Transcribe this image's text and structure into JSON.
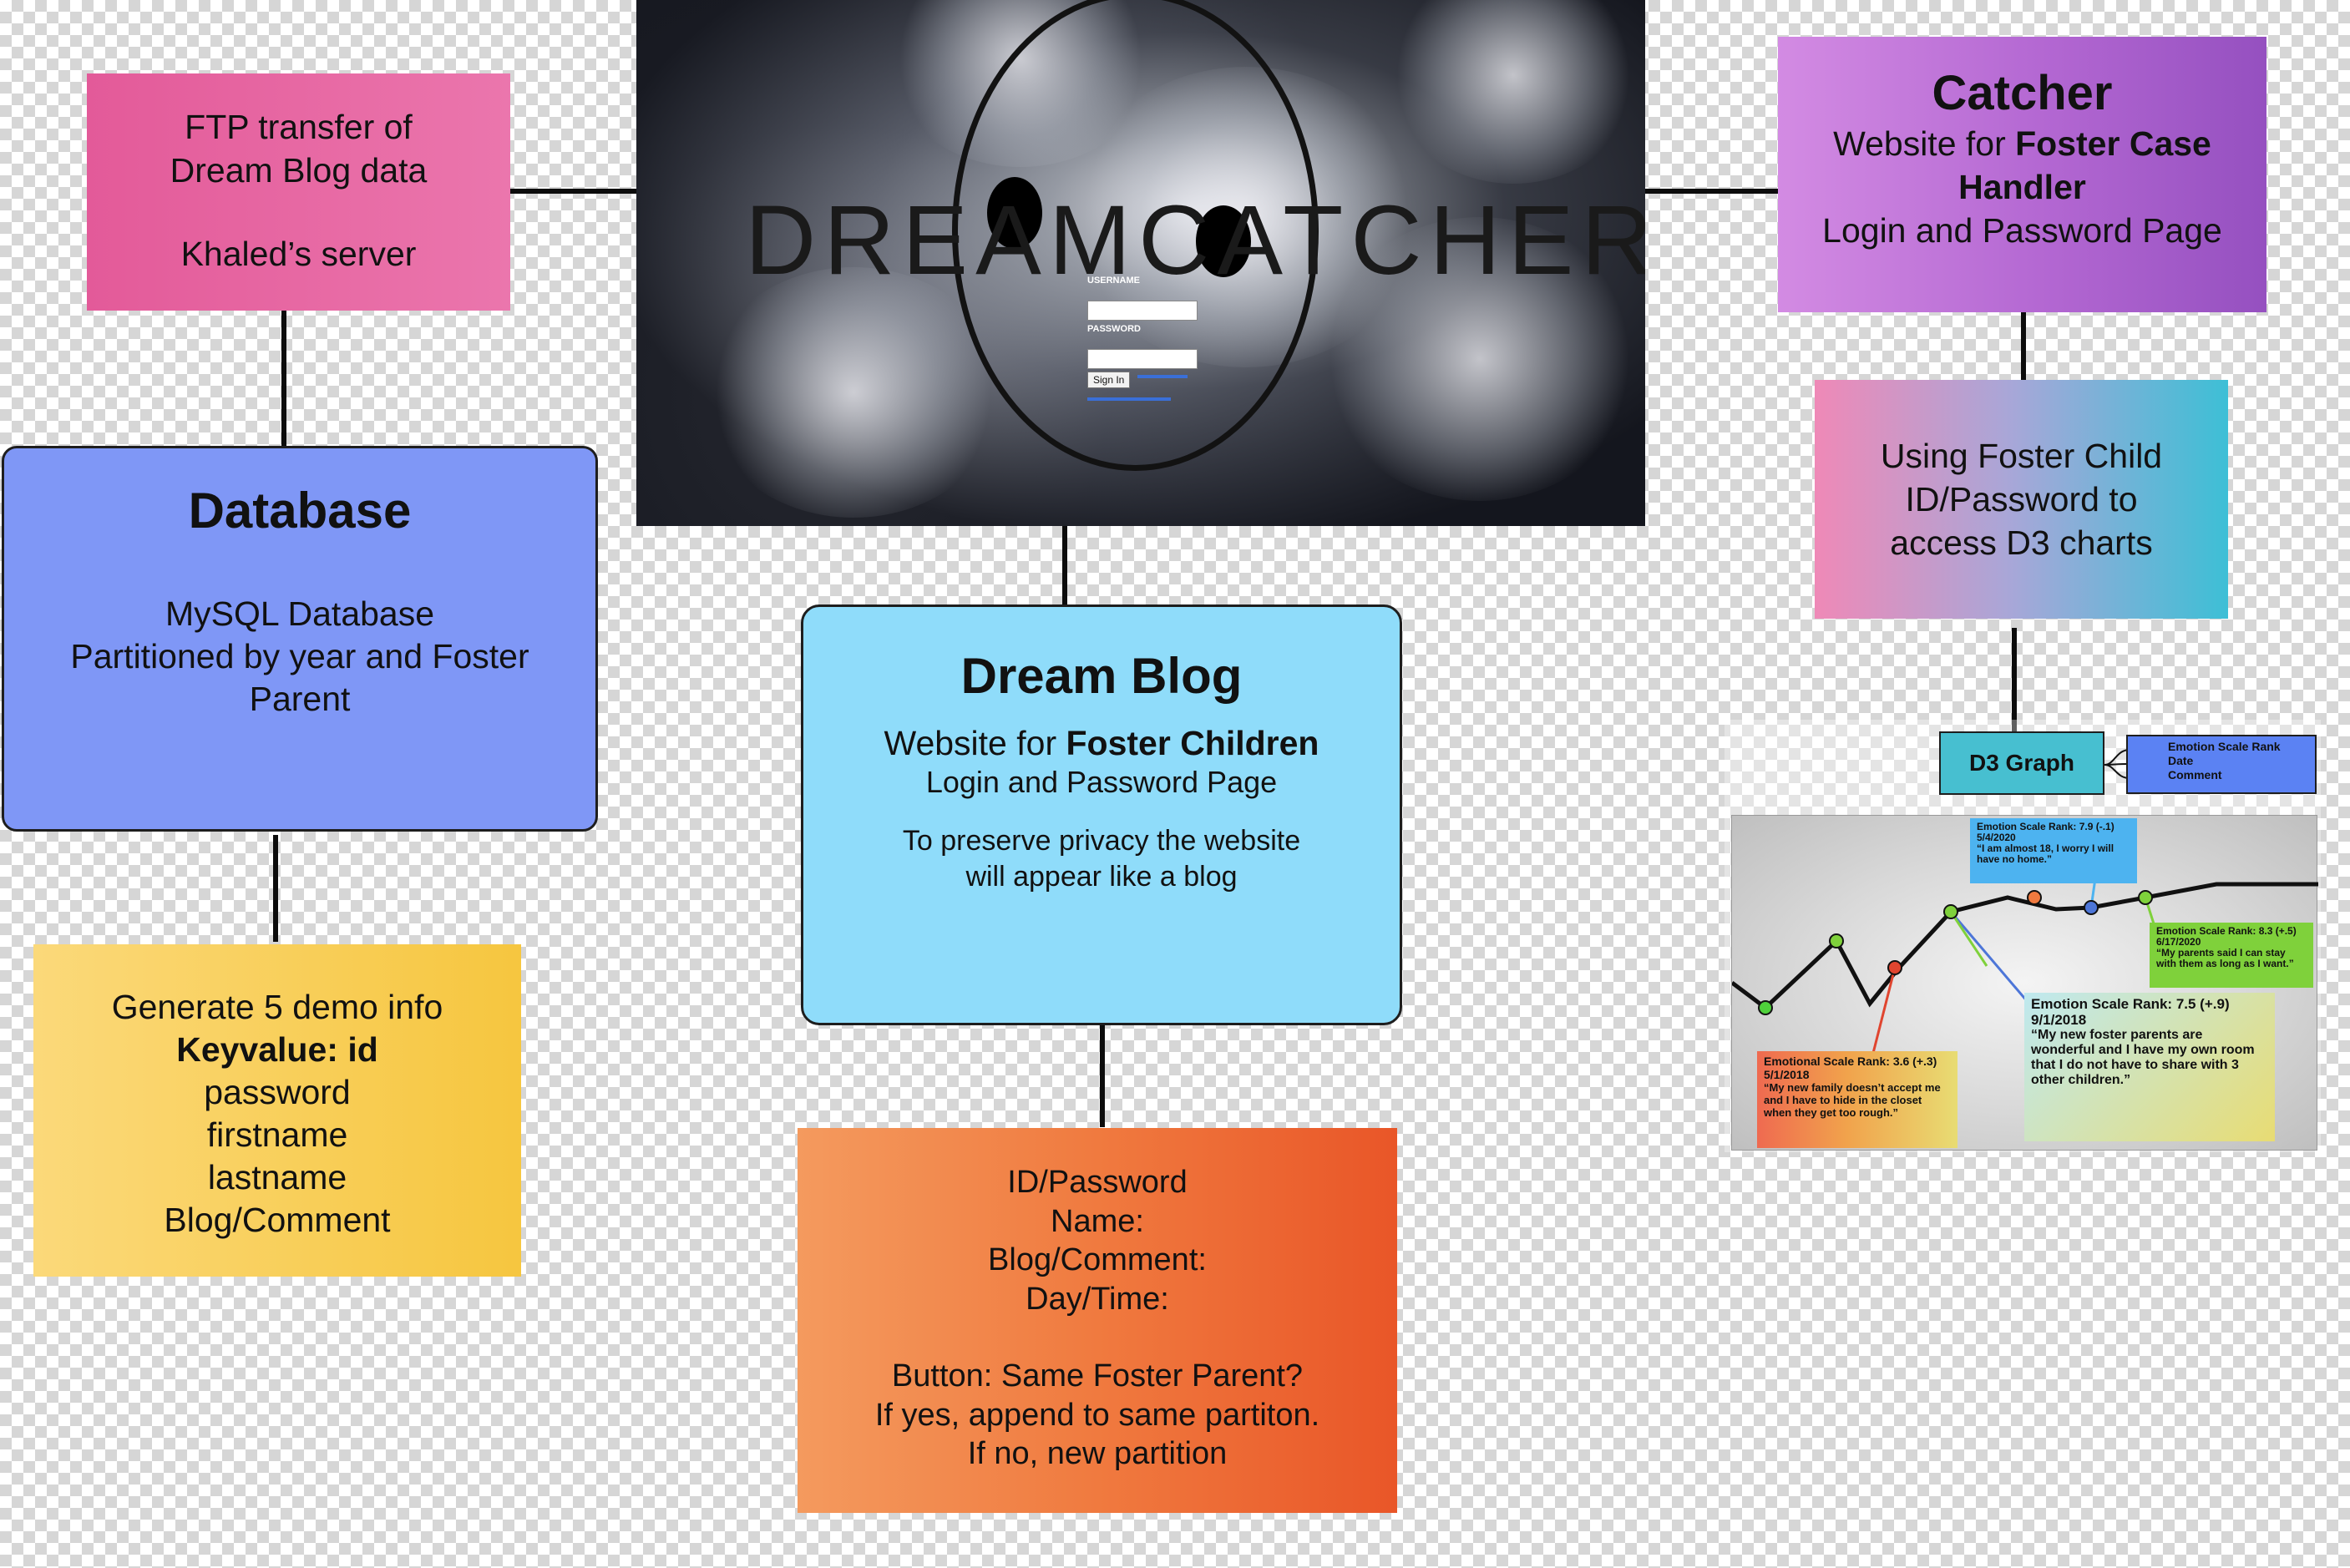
{
  "ftp": {
    "lines": [
      "FTP transfer of",
      "Dream Blog data"
    ],
    "server": "Khaled’s server"
  },
  "database": {
    "title": "Database",
    "lines": [
      "MySQL Database",
      "Partitioned by year and Foster",
      "Parent"
    ]
  },
  "generate": {
    "line1": "Generate 5 demo info",
    "keyvalue": "Keyvalue: id",
    "fields": [
      "password",
      "firstname",
      "lastname",
      "Blog/Comment"
    ]
  },
  "hero": {
    "brand": "DREAMCATCHER",
    "username_label": "USERNAME",
    "password_label": "PASSWORD",
    "signin_label": "Sign In"
  },
  "dream_blog": {
    "title": "Dream Blog",
    "website_prefix": "Website for ",
    "website_bold": "Foster Children",
    "login_line": "Login and Password Page",
    "privacy_lines": [
      "To preserve privacy the website",
      "will appear like a blog"
    ]
  },
  "id_box": {
    "lines": [
      "ID/Password",
      "Name:",
      "Blog/Comment:",
      "Day/Time:"
    ],
    "button_lines": [
      "Button: Same Foster Parent?",
      "If yes, append to same partiton.",
      "If no, new partition"
    ]
  },
  "catcher": {
    "title": "Catcher",
    "website_prefix": "Website for ",
    "website_bold_1": "Foster Case",
    "website_bold_2": "Handler",
    "login_line": "Login and Password Page"
  },
  "using": {
    "lines": [
      "Using Foster Child",
      "ID/Password to",
      "access D3 charts"
    ]
  },
  "d3": {
    "button_label": "D3 Graph",
    "legend_lines": [
      "Emotion Scale Rank",
      "Date",
      "Comment"
    ],
    "annotations": [
      {
        "rank": "Emotion Scale Rank: 7.9 (-.1)",
        "date": "5/4/2020",
        "text": "“I am almost 18, I worry I will have no home.”",
        "color": "#4db3f0"
      },
      {
        "rank": "Emotion Scale Rank: 8.3 (+.5)",
        "date": "6/17/2020",
        "text": "“My parents said I can stay with them as long as I want.”",
        "color": "#7fd13b"
      },
      {
        "rank": "Emotion Scale Rank: 7.5 (+.9)",
        "date": "9/1/2018",
        "text": "“My new foster parents are wonderful and I have my own room that I do not have to share with 3 other children.”",
        "color": "#e8dc73"
      },
      {
        "rank": "Emotional Scale Rank: 3.6 (+.3)",
        "date": "5/1/2018",
        "text": "“My new family doesn’t accept me and I have to hide in the closet when they get too rough.”",
        "color": "#ef6a50"
      }
    ]
  }
}
